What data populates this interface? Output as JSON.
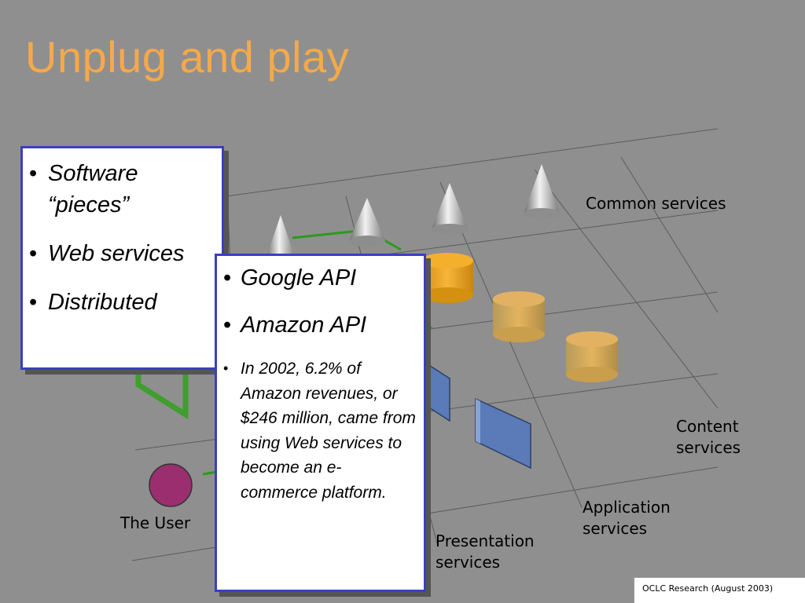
{
  "title": "Unplug and play",
  "layers": {
    "common": "Common services",
    "content": "Content\nservices",
    "application": "Application\nservices",
    "presentation": "Presentation\nservices",
    "user": "The User"
  },
  "panel_1": {
    "items": [
      "Software “pieces”",
      "Web services",
      "Distributed"
    ]
  },
  "panel_2": {
    "items": [
      "Google API",
      "Amazon API"
    ],
    "note": "In 2002, 6.2% of Amazon revenues, or $246 million, came from using Web services to become an e-commerce platform."
  },
  "footer": "OCLC Research (August 2003)",
  "colors": {
    "background": "#8f8f8f",
    "title": "#f5a94a",
    "panel_border": "#3a3fc0",
    "connector": "#2a9a1e",
    "cylinder": "#f0a81e",
    "pane": "#5a7bb8",
    "user_circle": "#9b2e6e"
  },
  "icons": {
    "common_service": "cone-icon",
    "content_service": "cylinder-icon",
    "application_service": "pane-icon",
    "user": "circle-icon"
  }
}
